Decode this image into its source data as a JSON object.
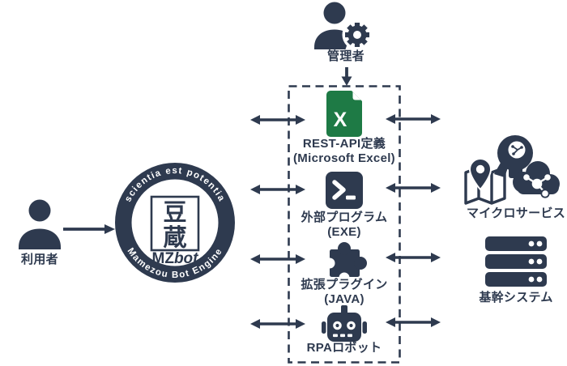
{
  "colors": {
    "ink": "#2e3a4f",
    "excel_green": "#1e7a45",
    "background": "#ffffff"
  },
  "admin": {
    "label": "管理者"
  },
  "user": {
    "label": "利用者"
  },
  "engine_logo": {
    "motto_top": "scientia est potentia",
    "motto_bottom": "Mamezou Bot Engine",
    "kanji_top": "豆",
    "kanji_bottom": "蔵",
    "brand_mz": "MZ",
    "brand_bot": "bot"
  },
  "extension_box": {
    "items": [
      {
        "line1": "REST-API定義",
        "line2": "(Microsoft Excel)",
        "icon_letter": "X"
      },
      {
        "line1": "外部プログラム",
        "line2": "(EXE)"
      },
      {
        "line1": "拡張プラグイン",
        "line2": "(JAVA)"
      },
      {
        "line1": "RPAロボット"
      }
    ]
  },
  "right_systems": [
    {
      "label": "マイクロサービス"
    },
    {
      "label": "基幹システム"
    }
  ]
}
